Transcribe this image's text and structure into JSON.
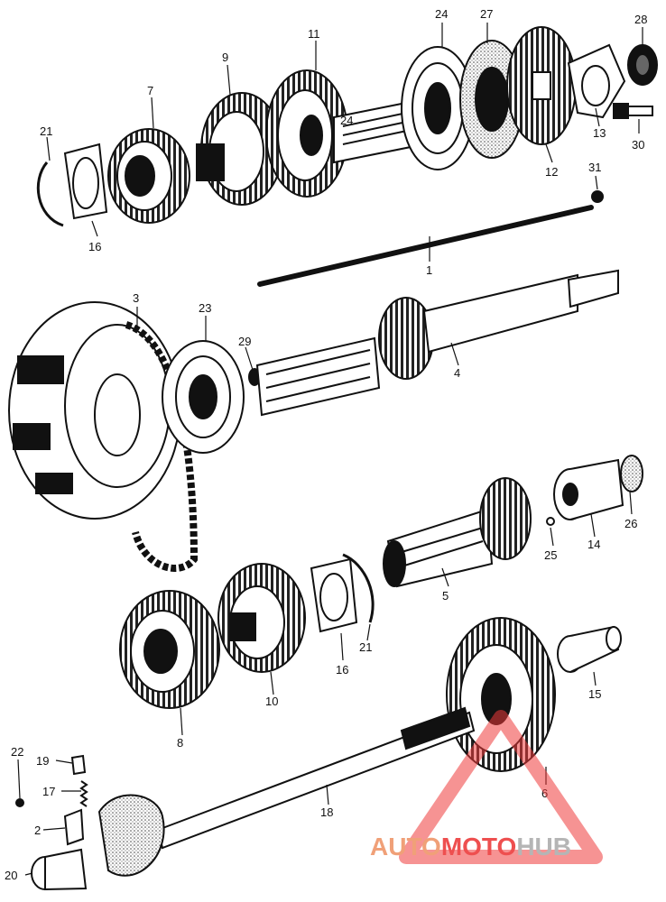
{
  "diagram": {
    "part_labels": [
      {
        "id": "p1",
        "text": "1"
      },
      {
        "id": "p2",
        "text": "2"
      },
      {
        "id": "p3",
        "text": "3"
      },
      {
        "id": "p4",
        "text": "4"
      },
      {
        "id": "p5",
        "text": "5"
      },
      {
        "id": "p6",
        "text": "6"
      },
      {
        "id": "p7",
        "text": "7"
      },
      {
        "id": "p8",
        "text": "8"
      },
      {
        "id": "p9",
        "text": "9"
      },
      {
        "id": "p10",
        "text": "10"
      },
      {
        "id": "p11",
        "text": "11"
      },
      {
        "id": "p12",
        "text": "12"
      },
      {
        "id": "p13",
        "text": "13"
      },
      {
        "id": "p14",
        "text": "14"
      },
      {
        "id": "p15",
        "text": "15"
      },
      {
        "id": "p16a",
        "text": "16"
      },
      {
        "id": "p16b",
        "text": "16"
      },
      {
        "id": "p17",
        "text": "17"
      },
      {
        "id": "p18",
        "text": "18"
      },
      {
        "id": "p19",
        "text": "19"
      },
      {
        "id": "p20",
        "text": "20"
      },
      {
        "id": "p21a",
        "text": "21"
      },
      {
        "id": "p21b",
        "text": "21"
      },
      {
        "id": "p22",
        "text": "22"
      },
      {
        "id": "p23",
        "text": "23"
      },
      {
        "id": "p24a",
        "text": "24"
      },
      {
        "id": "p24b",
        "text": "24"
      },
      {
        "id": "p25",
        "text": "25"
      },
      {
        "id": "p26",
        "text": "26"
      },
      {
        "id": "p27",
        "text": "27"
      },
      {
        "id": "p28",
        "text": "28"
      },
      {
        "id": "p29",
        "text": "29"
      },
      {
        "id": "p30",
        "text": "30"
      },
      {
        "id": "p31",
        "text": "31"
      }
    ]
  },
  "watermark": {
    "part1": "AUTO",
    "part2": "MOTO",
    "part3": "HUB",
    "colors": {
      "part1": "#f0a078",
      "part2": "#ee4f4f",
      "part3": "#b5b5b5",
      "triangle": "#ee3b3b"
    }
  }
}
